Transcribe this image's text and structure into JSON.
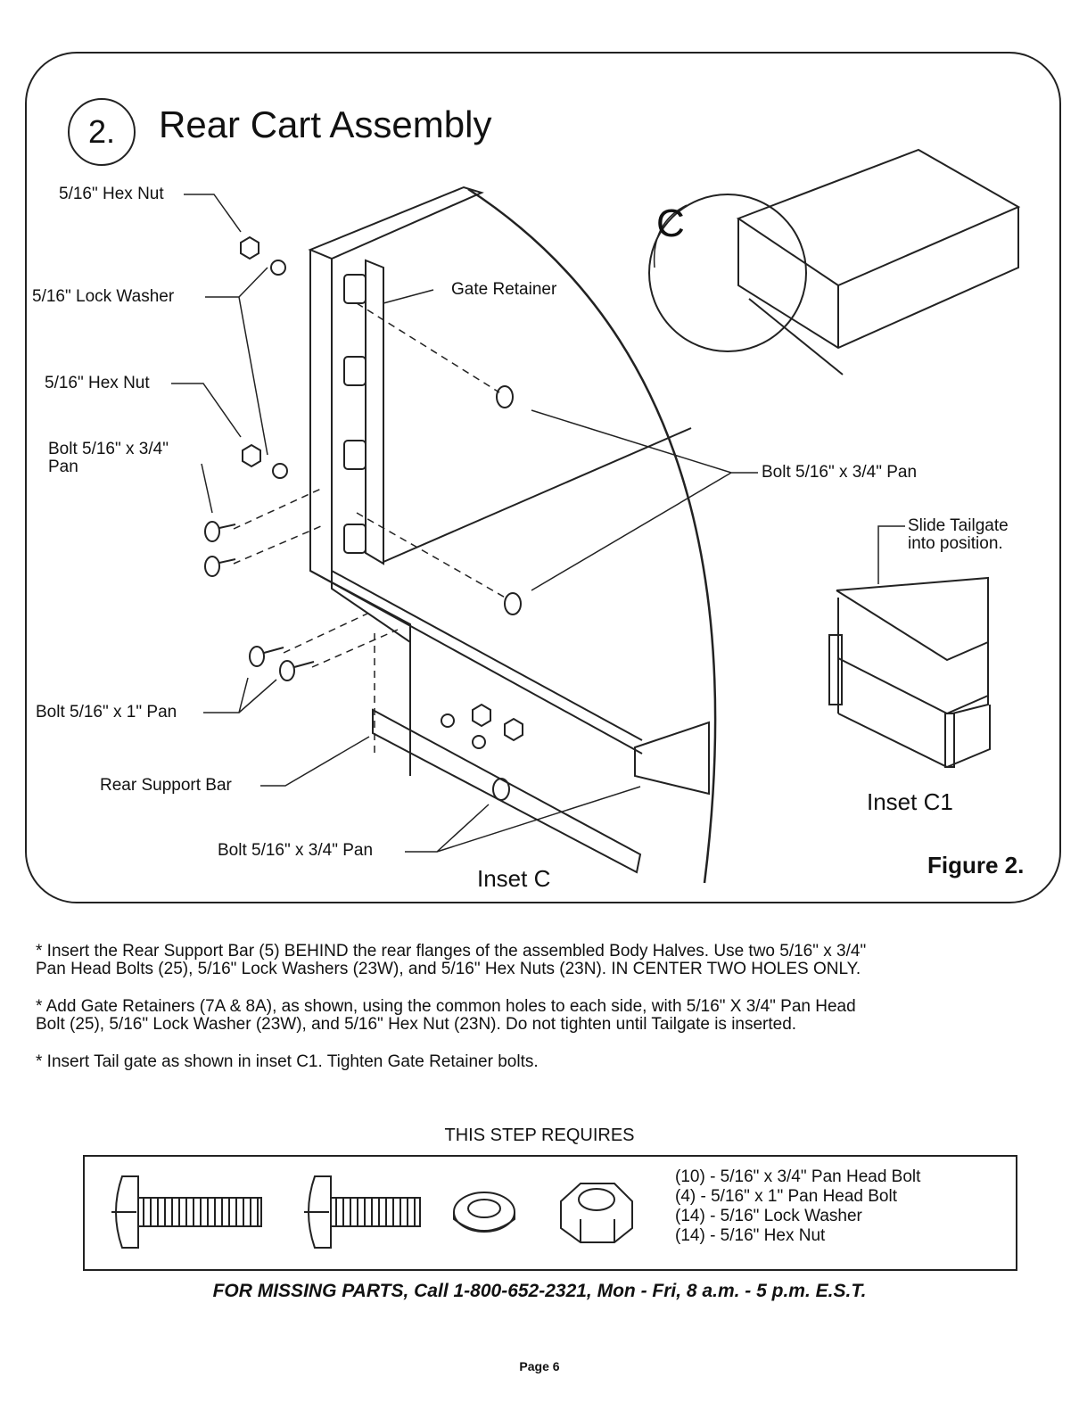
{
  "header": {
    "step_number": "2.",
    "title": "Rear Cart Assembly"
  },
  "labels": {
    "hex_nut_top": "5/16\" Hex Nut",
    "lock_washer": "5/16\" Lock Washer",
    "hex_nut_mid": "5/16\" Hex Nut",
    "bolt_pan_left_line1": "Bolt 5/16\" x 3/4\"",
    "bolt_pan_left_line2": "Pan",
    "gate_retainer": "Gate Retainer",
    "bolt_pan_right": "Bolt 5/16\" x 3/4\" Pan",
    "bolt_1in_pan": "Bolt 5/16\" x 1\" Pan",
    "rear_support_bar": "Rear Support Bar",
    "bolt_pan_bottom": "Bolt 5/16\" x 3/4\" Pan",
    "callout_c": "C",
    "slide_tailgate_line1": "Slide Tailgate",
    "slide_tailgate_line2": "into position.",
    "inset_c": "Inset C",
    "inset_c1": "Inset C1",
    "figure": "Figure 2."
  },
  "instructions": [
    {
      "line1": "* Insert the Rear Support Bar (5) BEHIND the rear flanges of the assembled Body Halves. Use two 5/16\" x 3/4\"",
      "line2": "Pan Head Bolts (25),  5/16\" Lock Washers (23W), and 5/16\" Hex Nuts (23N). IN CENTER TWO HOLES ONLY."
    },
    {
      "line1": "* Add Gate Retainers (7A & 8A), as shown, using the common holes to each side, with 5/16\" X 3/4\"  Pan Head",
      "line2": "Bolt  (25),   5/16\" Lock Washer (23W), and 5/16\" Hex Nut (23N). Do not tighten until Tailgate is inserted."
    },
    {
      "line1": "* Insert Tail gate as shown in inset C1. Tighten Gate Retainer bolts.",
      "line2": ""
    }
  ],
  "requirements": {
    "title": "THIS STEP REQUIRES",
    "items": [
      "(10) - 5/16\" x 3/4\" Pan Head Bolt",
      "(4) - 5/16\" x 1\" Pan Head Bolt",
      "(14) - 5/16\" Lock Washer",
      "(14) - 5/16\" Hex Nut"
    ],
    "icons": [
      "pan-head-bolt-long-icon",
      "pan-head-bolt-short-icon",
      "lock-washer-icon",
      "hex-nut-icon"
    ]
  },
  "footer": {
    "missing_parts": "FOR MISSING PARTS, Call 1-800-652-2321, Mon - Fri, 8 a.m. - 5 p.m. E.S.T.",
    "page": "Page 6"
  }
}
